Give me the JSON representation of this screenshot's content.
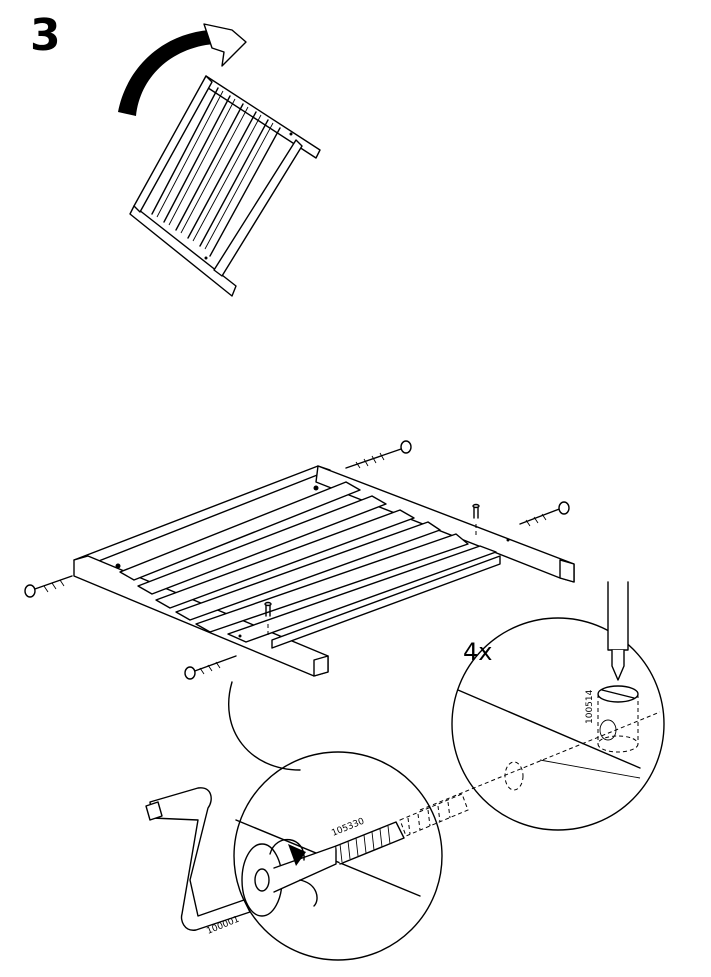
{
  "step": {
    "number": "3"
  },
  "quantity_callout": {
    "label": "4x"
  },
  "parts": [
    {
      "code": "105330",
      "name": "bolt"
    },
    {
      "code": "100001",
      "name": "allen-key"
    },
    {
      "code": "100514",
      "name": "dowel-nut"
    }
  ],
  "icons": {
    "flip": "rotation-arrow-icon",
    "turn": "turn-clockwise-arrow-icon",
    "tool": "screwdriver-icon"
  }
}
